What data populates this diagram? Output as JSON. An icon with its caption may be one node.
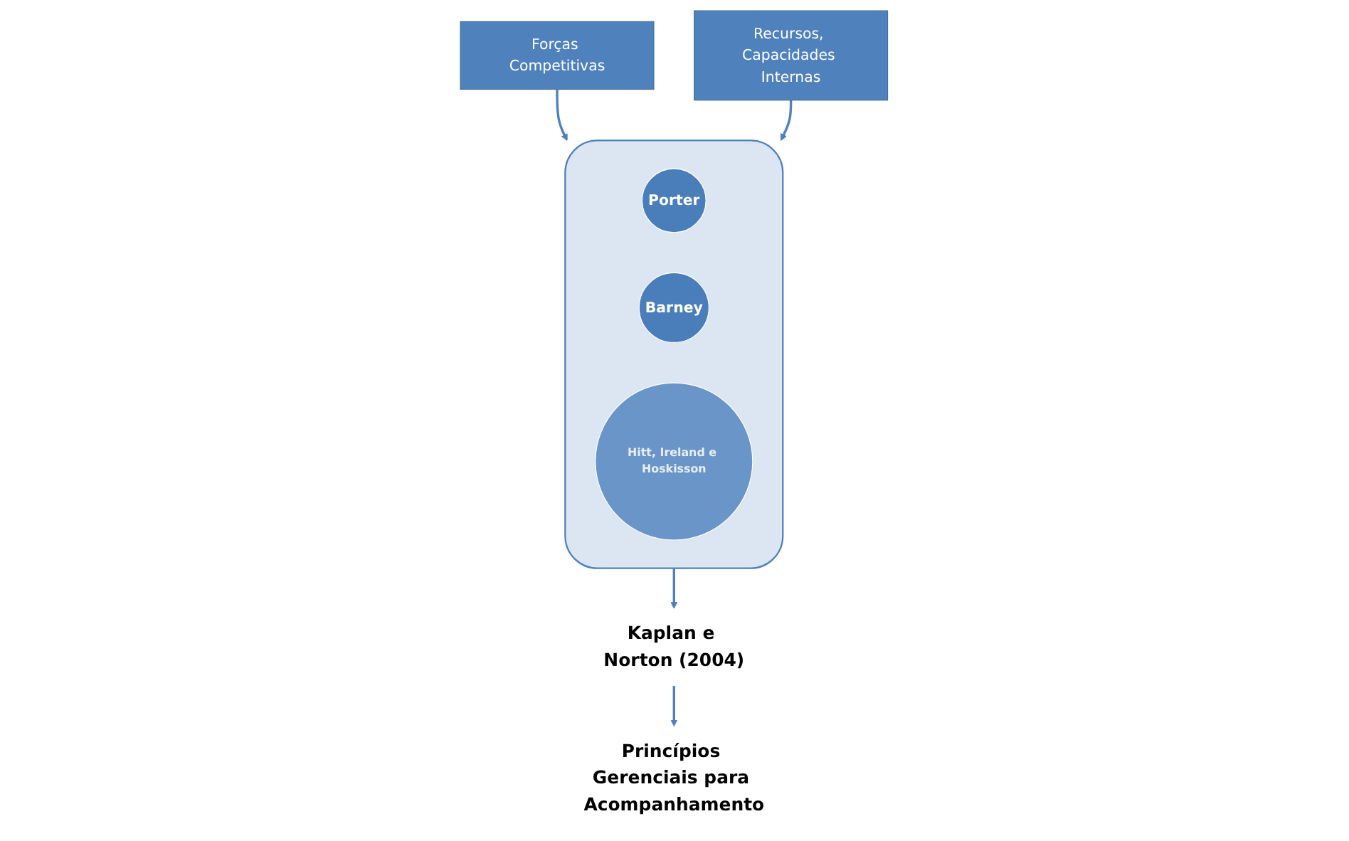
{
  "diagram": {
    "nodes": [
      {
        "text": [
          "Forças Competitivas"
        ]
      },
      {
        "text": [],
        "shape": "funnel"
      },
      {
        "text": [
          "Porter"
        ],
        "in": 1
      },
      {
        "text": [
          "Barney"
        ],
        "in": 1
      },
      {
        "text": [
          "Hitt, Ireland e Hoskisson"
        ],
        "in": 1
      },
      {
        "text": [
          "Recursos, Capacidades Internas"
        ]
      },
      {
        "text": [
          "Kaplan e Norton (2004)"
        ]
      },
      {
        "text": [
          "Princípios Gerenciais para Acompanhamento"
        ]
      }
    ],
    "edges": [
      {
        "from": 0,
        "to": 1,
        "arrow": "to"
      },
      {
        "from": 5,
        "to": 1,
        "arrow": "to"
      },
      {
        "from": 1,
        "to": 6,
        "arrow": "to"
      },
      {
        "from": 6,
        "to": 7,
        "arrow": "to"
      }
    ]
  }
}
